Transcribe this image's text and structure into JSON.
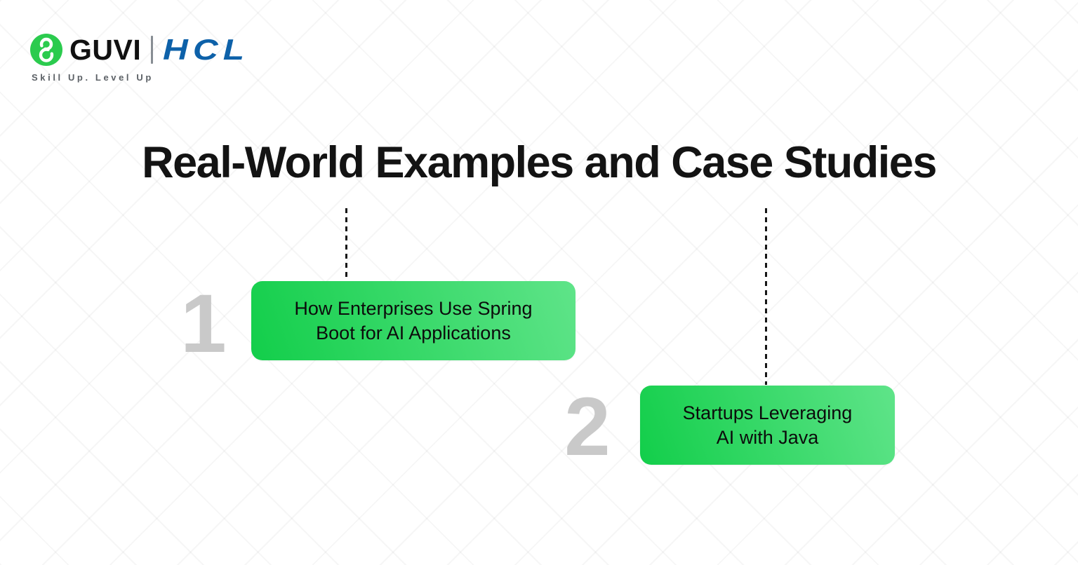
{
  "brand": {
    "guvi": "GUVI",
    "hcl": "HCL",
    "tagline": "Skill Up. Level Up",
    "guvi_green": "#2BCB4E",
    "hcl_blue": "#0D61A9"
  },
  "slide": {
    "title": "Real-World Examples and Case Studies"
  },
  "items": [
    {
      "number": "1",
      "line1": "How Enterprises Use Spring",
      "line2": "Boot for AI Applications"
    },
    {
      "number": "2",
      "line1": "Startups Leveraging",
      "line2": "AI with Java"
    }
  ],
  "colors": {
    "card_gradient_start": "#12CE4A",
    "card_gradient_end": "#5FE489",
    "number_gray": "#C9C9C9",
    "connector_black": "#161616",
    "background": "#FFFFFF",
    "pattern_line": "#F2F2F2"
  }
}
